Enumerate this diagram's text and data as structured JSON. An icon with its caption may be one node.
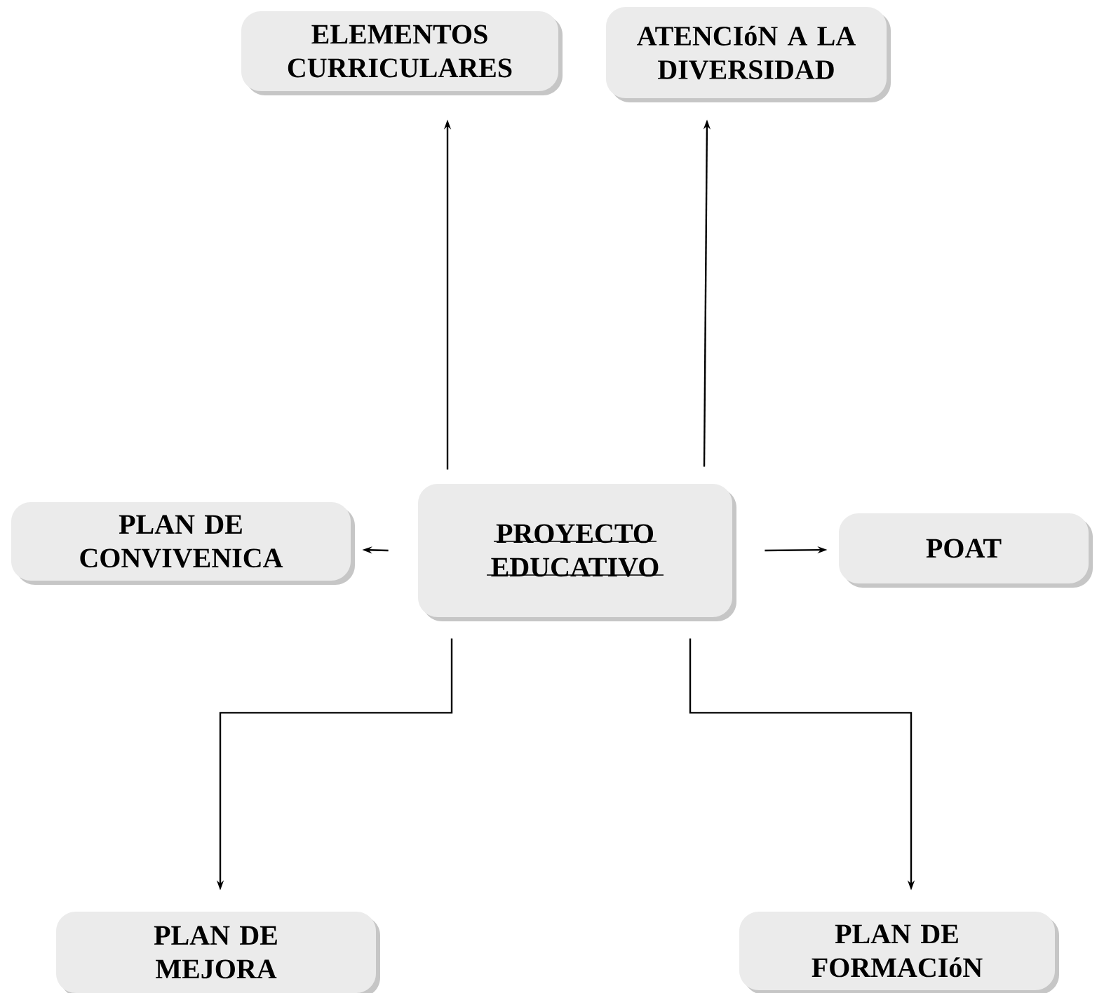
{
  "diagram": {
    "nodes": [
      {
        "text": [
          "ELEMENTOS CURRICULARES"
        ]
      },
      {
        "text": [
          "ATENCIóN A LA DIVERSIDAD"
        ]
      },
      {
        "text": [
          "PLAN DE CONVIVENICA"
        ]
      },
      {
        "text": [
          "PROYECTO EDUCATIVO"
        ]
      },
      {
        "text": [
          "POAT"
        ]
      },
      {
        "text": [
          "PLAN DE MEJORA"
        ]
      },
      {
        "text": [
          "PLAN DE FORMACIóN"
        ]
      }
    ],
    "edges": [
      {
        "from": 3,
        "to": 0,
        "arrow": "to"
      },
      {
        "from": 3,
        "to": 1,
        "arrow": "to"
      },
      {
        "from": 3,
        "to": 2,
        "arrow": "to"
      },
      {
        "from": 3,
        "to": 4,
        "arrow": "to"
      },
      {
        "from": 3,
        "to": 5,
        "arrow": "to"
      },
      {
        "from": 3,
        "to": 6,
        "arrow": "to"
      }
    ]
  }
}
